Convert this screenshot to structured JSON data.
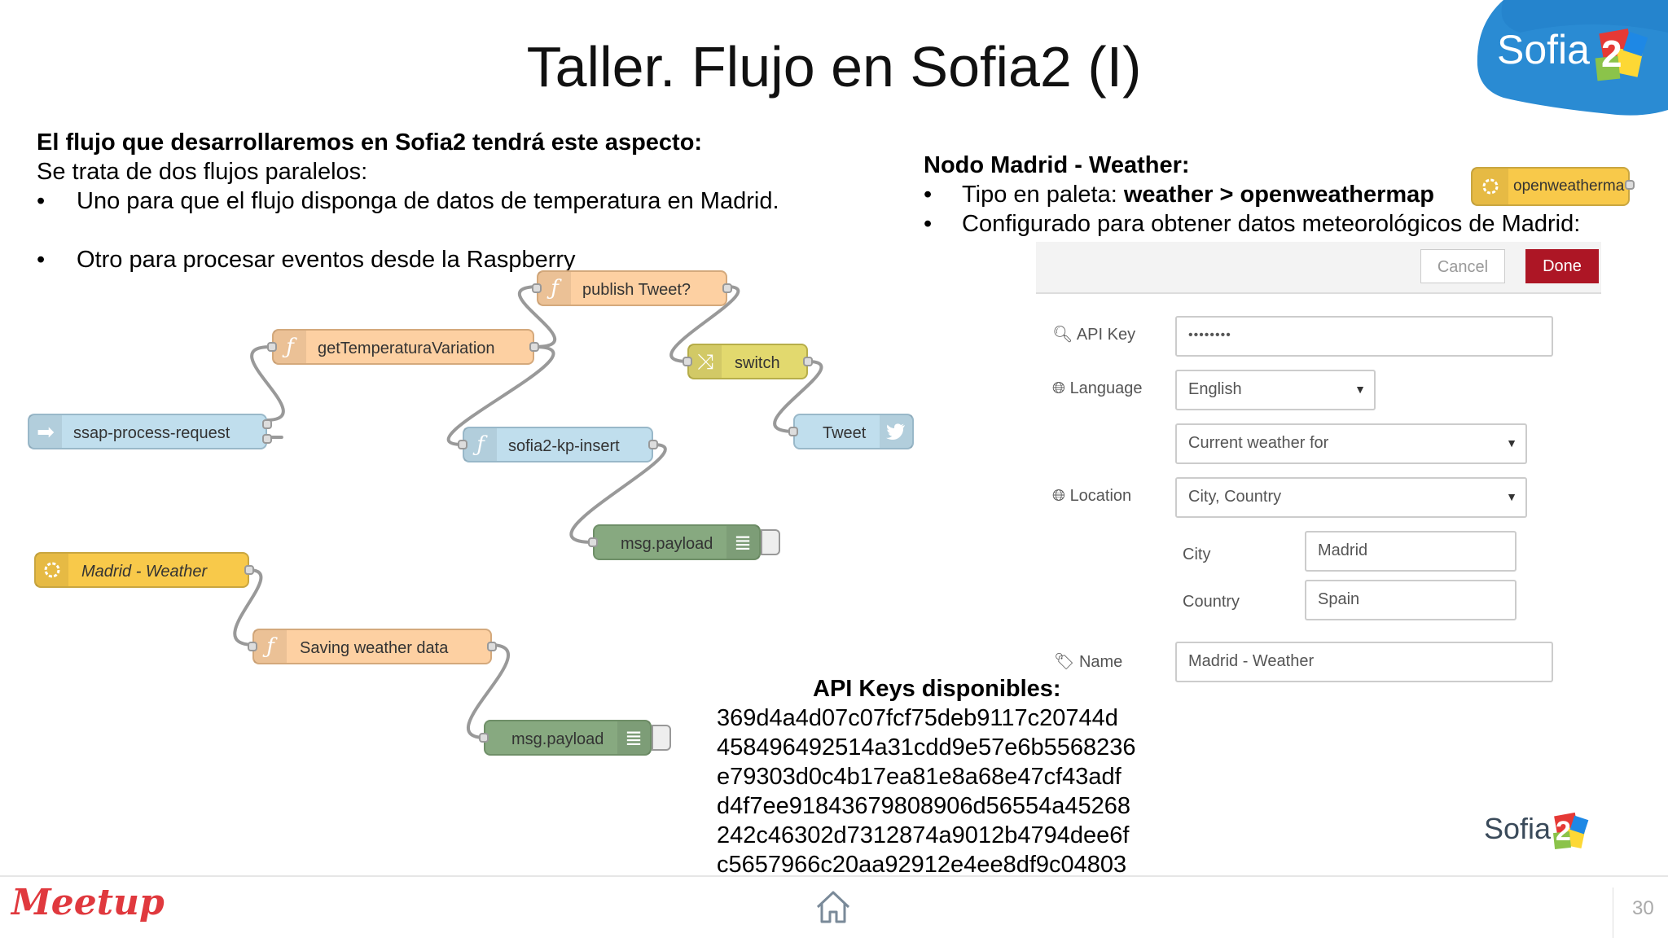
{
  "slide": {
    "title": "Taller. Flujo en Sofia2 (I)",
    "page_number": "30"
  },
  "logo": {
    "brand_text": "Sofia",
    "brand_number": "2"
  },
  "intro": {
    "heading": "El flujo que desarrollaremos en Sofia2 tendrá este aspecto:",
    "line": "Se trata de dos flujos paralelos:",
    "bullets": [
      "Uno para que el flujo disponga de datos de temperatura en Madrid.",
      "Otro para procesar eventos desde la Raspberry"
    ],
    "bullet_symbol": "•"
  },
  "node_info": {
    "heading": "Nodo Madrid - Weather:",
    "bullet1_prefix": "Tipo en paleta: ",
    "bullet1_bold": "weather > openweathermap",
    "bullet2": "Configurado para obtener datos meteorológicos de Madrid:",
    "palette_node_label": "openweatherma"
  },
  "flow": {
    "nodes": {
      "publish": "publish Tweet?",
      "gettemp": "getTemperaturaVariation",
      "switch": "switch",
      "ssap": "ssap-process-request",
      "kpinsert": "sofia2-kp-insert",
      "tweet": "Tweet",
      "payload1": "msg.payload",
      "madrid": "Madrid - Weather",
      "saving": "Saving weather data",
      "payload2": "msg.payload"
    }
  },
  "config_panel": {
    "cancel_label": "Cancel",
    "done_label": "Done",
    "api_key_label": "API Key",
    "api_key_value": "••••••••",
    "language_label": "Language",
    "language_value": "English",
    "mode_value": "Current weather for",
    "location_label": "Location",
    "location_value": "City, Country",
    "city_label": "City",
    "city_value": "Madrid",
    "country_label": "Country",
    "country_value": "Spain",
    "name_label": "Name",
    "name_value": "Madrid - Weather"
  },
  "api_keys": {
    "heading": "API Keys disponibles:",
    "keys": [
      "369d4a4d07c07fcf75deb9117c20744d",
      "458496492514a31cdd9e57e6b5568236",
      "e79303d0c4b17ea81e8a68e47cf43adf",
      "d4f7ee91843679808906d56554a45268",
      "242c46302d7312874a9012b4794dee6f",
      "c5657966c20aa92912e4ee8df9c04803"
    ]
  },
  "footer": {
    "meetup_text": "Meetup"
  },
  "colors": {
    "function_node": "#fdd0a2",
    "switch_node": "#e2d96e",
    "blue_node": "#c0deed",
    "debug_node": "#87a980",
    "weather_node": "#f8c94a",
    "done_button": "#ad1625",
    "meetup_red": "#e0393e"
  }
}
